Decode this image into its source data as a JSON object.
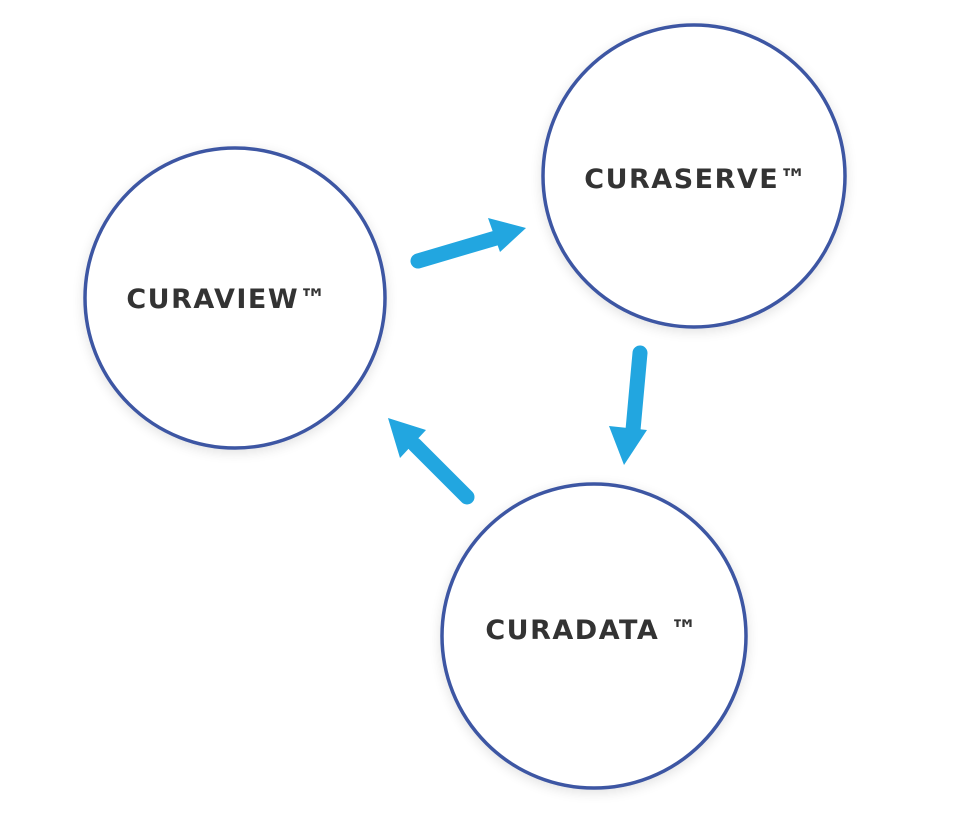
{
  "colors": {
    "circle_stroke": "#3d57a3",
    "arrow": "#22a6e0",
    "label": "#333333",
    "background": "#ffffff"
  },
  "nodes": {
    "curaview": {
      "label": "CURAVIEW™"
    },
    "curaserve": {
      "label": "CURASERVE™"
    },
    "curadata": {
      "label": "CURADATA ™"
    }
  },
  "cycle": [
    "CURAVIEW™",
    "CURASERVE™",
    "CURADATA ™"
  ]
}
